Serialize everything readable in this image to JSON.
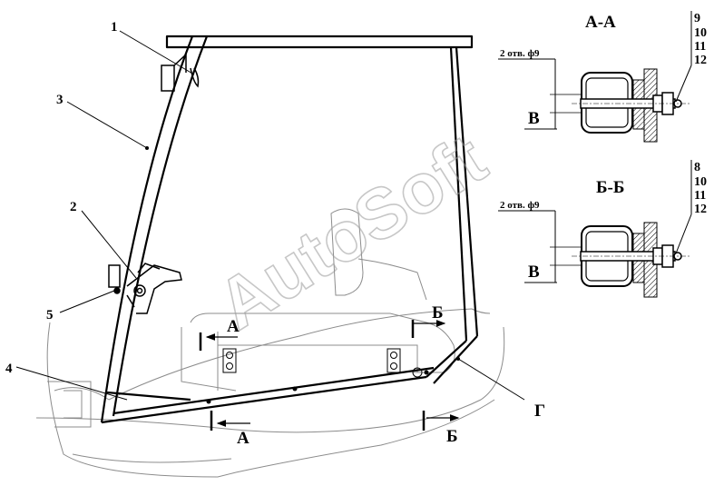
{
  "watermark": "AutoSoft",
  "callouts": {
    "c1": "1",
    "c2": "2",
    "c3": "3",
    "c4": "4",
    "c5": "5",
    "g": "Г"
  },
  "section_marks": {
    "a_upper": "А",
    "a_lower": "А",
    "b_upper": "Б",
    "b_lower": "Б"
  },
  "detail_aa": {
    "title": "А-А",
    "hole_note": "2 отв. ф9",
    "view_label": "В",
    "parts": [
      "9",
      "10",
      "11",
      "12"
    ]
  },
  "detail_bb": {
    "title": "Б-Б",
    "hole_note": "2 отв. ф9",
    "view_label": "В",
    "parts": [
      "8",
      "10",
      "11",
      "12"
    ]
  }
}
